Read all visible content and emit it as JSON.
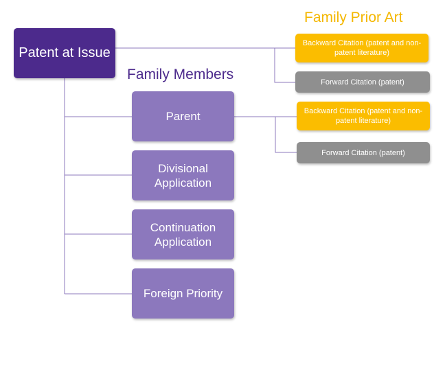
{
  "headings": {
    "family_members": "Family Members",
    "family_prior_art": "Family Prior Art"
  },
  "root": {
    "label": "Patent at Issue"
  },
  "members": [
    {
      "label": "Parent"
    },
    {
      "label": "Divisional Application"
    },
    {
      "label": "Continuation Application"
    },
    {
      "label": "Foreign Priority"
    }
  ],
  "prior_art": {
    "patent_at_issue": {
      "backward": "Backward Citation (patent and non-patent literature)",
      "forward": "Forward Citation (patent)"
    },
    "parent": {
      "backward": "Backward Citation (patent and non-patent literature)",
      "forward": "Forward Citation (patent)"
    }
  },
  "colors": {
    "root": "#4c2a8c",
    "member": "#8c78bd",
    "backward_citation": "#fbbd00",
    "forward_citation": "#8f8f8f",
    "connector": "#8c78bd",
    "family_members_heading": "#4c2a8c",
    "family_prior_art_heading": "#f4b700"
  }
}
